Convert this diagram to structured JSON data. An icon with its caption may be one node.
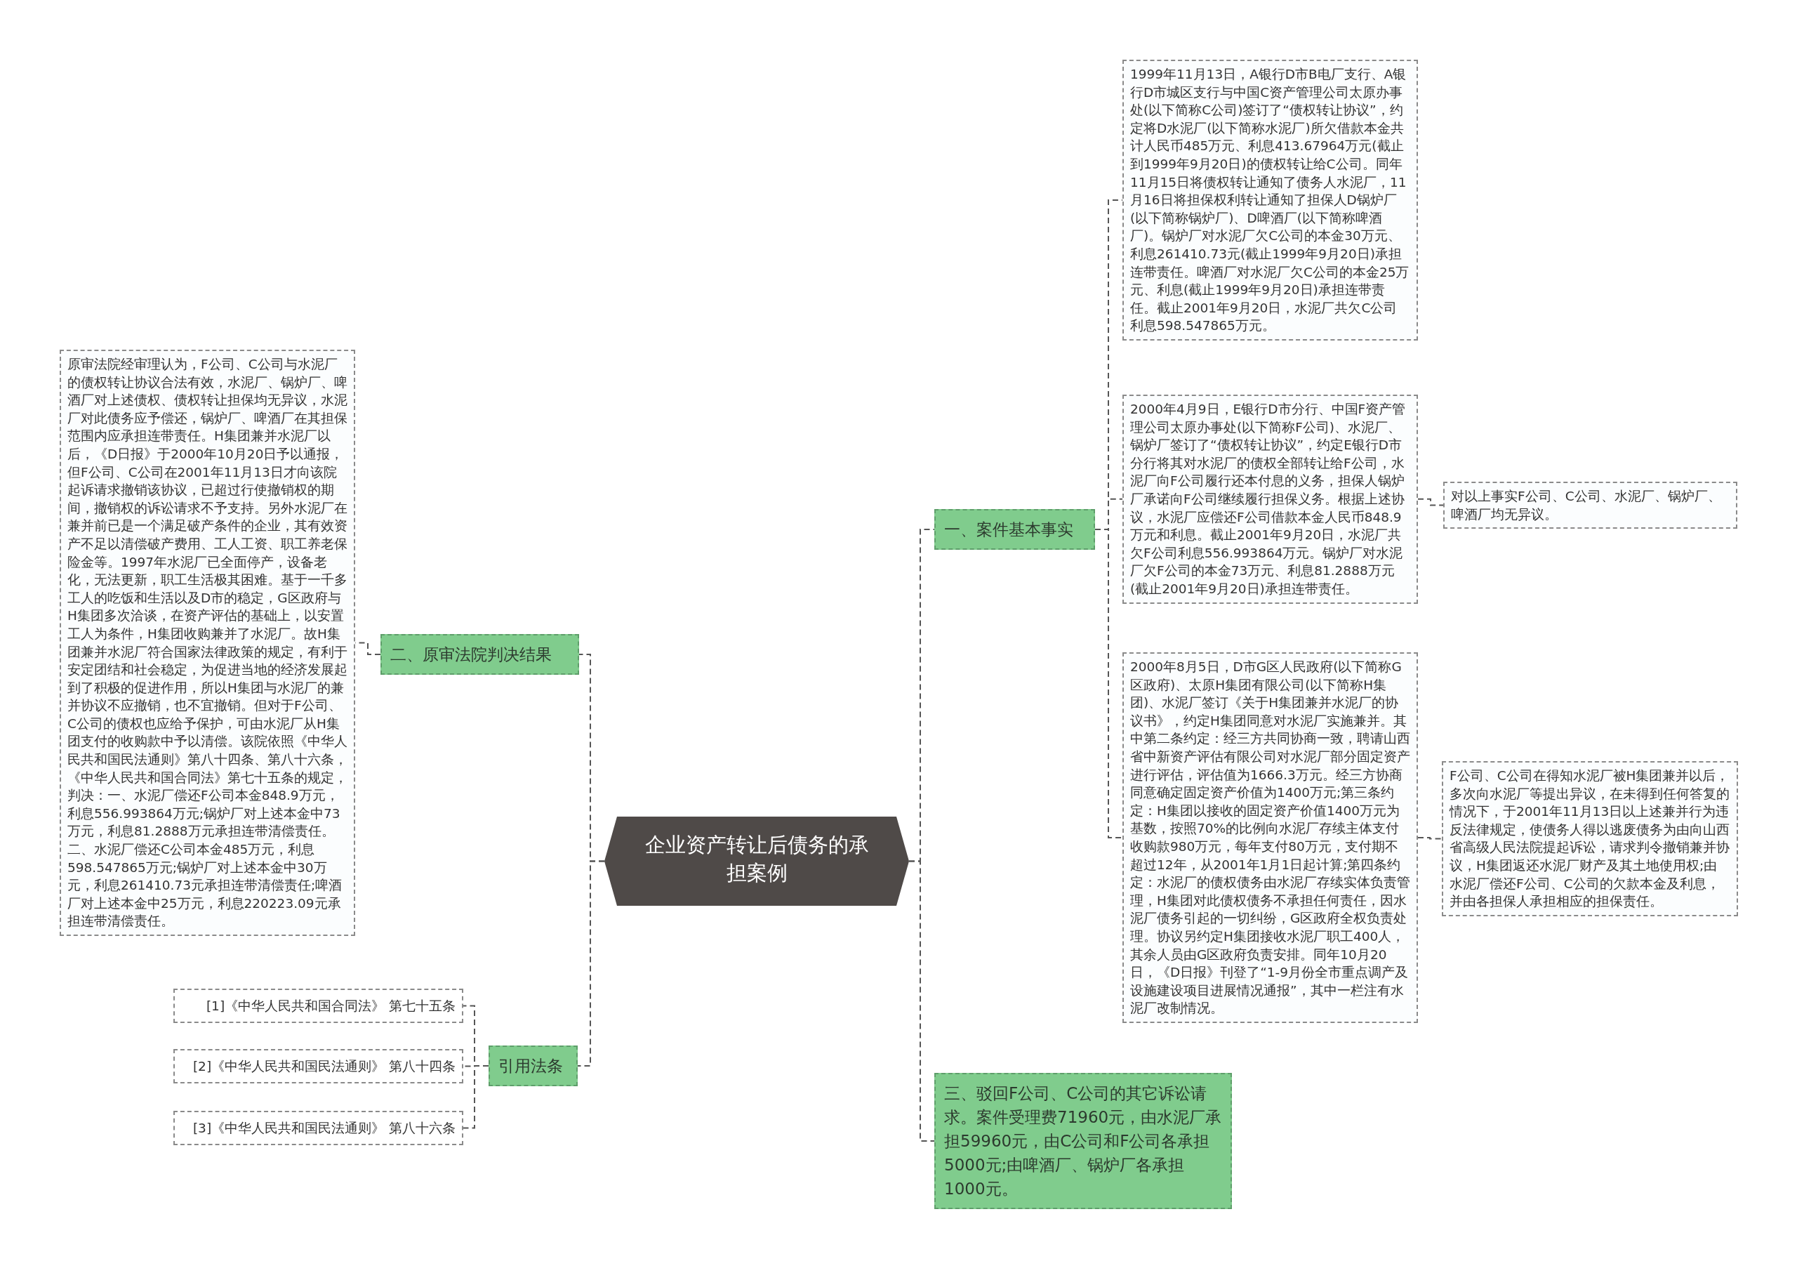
{
  "diagram": {
    "nodes": [
      {
        "text": [
          "企业资产转让后债务的承担案例"
        ]
      },
      {
        "text": [
          "一、案件基本事实"
        ]
      },
      {
        "text": [
          "1999年11月13日，A银行D市B电厂支行、A银行D市城区支行与中国C资产管理公司太原办事处(以下简称C公司)签订了“债权转让协议”，约定将D水泥厂(以下简称水泥厂)所欠借款本金共计人民币485万元、利息413.67964万元(截止到1999年9月20日)的债权转让给C公司。同年11月15日将债权转让通知了债务人水泥厂，11月16日将担保权利转让通知了担保人D锅炉厂(以下简称锅炉厂)、D啤酒厂(以下简称啤酒厂)。锅炉厂对水泥厂欠C公司的本金30万元、利息261410.73元(截止1999年9月20日)承担连带责任。啤酒厂对水泥厂欠C公司的本金25万元、利息(截止1999年9月20日)承担连带责任。截止2001年9月20日，水泥厂共欠C公司利息598.547865万元。"
        ]
      },
      {
        "text": [
          "2000年4月9日，E银行D市分行、中国F资产管理公司太原办事处(以下简称F公司)、水泥厂、锅炉厂签订了“债权转让协议”，约定E银行D市分行将其对水泥厂的债权全部转让给F公司，水泥厂向F公司履行还本付息的义务，担保人锅炉厂承诺向F公司继续履行担保义务。根据上述协议，水泥厂应偿还F公司借款本金人民币848.9万元和利息。截止2001年9月20日，水泥厂共欠F公司利息556.993864万元。锅炉厂对水泥厂欠F公司的本金73万元、利息81.2888万元(截止2001年9月20日)承担连带责任。"
        ]
      },
      {
        "text": [
          "对以上事实F公司、C公司、水泥厂、锅炉厂、啤酒厂均无异议。"
        ]
      },
      {
        "text": [
          "2000年8月5日，D市G区人民政府(以下简称G区政府)、太原H集团有限公司(以下简称H集团)、水泥厂签订《关于H集团兼并水泥厂的协议书》，约定H集团同意对水泥厂实施兼并。其中第二条约定：经三方共同协商一致，聘请山西省中新资产评估有限公司对水泥厂部分固定资产进行评估，评估值为1666.3万元。经三方协商同意确定固定资产价值为1400万元;第三条约定：H集团以接收的固定资产价值1400万元为基数，按照70%的比例向水泥厂存续主体支付收购款980万元，每年支付80万元，支付期不超过12年，从2001年1月1日起计算;第四条约定：水泥厂的债权债务由水泥厂存续实体负责管理，H集团对此债权债务不承担任何责任，因水泥厂债务引起的一切纠纷，G区政府全权负责处理。协议另约定H集团接收水泥厂职工400人，其余人员由G区政府负责安排。同年10月20日，《D日报》刊登了“1-9月份全市重点调产及设施建设项目进展情况通报”，其中一栏注有水泥厂改制情况。"
        ]
      },
      {
        "text": [
          "F公司、C公司在得知水泥厂被H集团兼并以后，多次向水泥厂等提出异议，在未得到任何答复的情况下，于2001年11月13日以上述兼并行为违反法律规定，使债务人得以逃废债务为由向山西省高级人民法院提起诉讼，请求判令撤销兼并协议，H集团返还水泥厂财产及其土地使用权;由水泥厂偿还F公司、C公司的欠款本金及利息，并由各担保人承担相应的担保责任。"
        ]
      },
      {
        "text": [
          "三、驳回F公司、C公司的其它诉讼请求。案件受理费71960元，由水泥厂承担59960元，由C公司和F公司各承担5000元;由啤酒厂、锅炉厂各承担1000元。"
        ]
      },
      {
        "text": [
          "二、原审法院判决结果"
        ]
      },
      {
        "text": [
          "原审法院经审理认为，F公司、C公司与水泥厂的债权转让协议合法有效，水泥厂、锅炉厂、啤酒厂对上述债权、债权转让担保均无异议，水泥厂对此债务应予偿还，锅炉厂、啤酒厂在其担保范围内应承担连带责任。H集团兼并水泥厂以后，《D日报》于2000年10月20日予以通报，但F公司、C公司在2001年11月13日才向该院起诉请求撤销该协议，已超过行使撤销权的期间，撤销权的诉讼请求不予支持。另外水泥厂在兼并前已是一个满足破产条件的企业，其有效资产不足以清偿破产费用、工人工资、职工养老保险金等。1997年水泥厂已全面停产，设备老化，无法更新，职工生活极其困难。基于一千多工人的吃饭和生活以及D市的稳定，G区政府与H集团多次洽谈，在资产评估的基础上，以安置工人为条件，H集团收购兼并了水泥厂。故H集团兼并水泥厂符合国家法律政策的规定，有利于安定团结和社会稳定，为促进当地的经济发展起到了积极的促进作用，所以H集团与水泥厂的兼并协议不应撤销，也不宜撤销。但对于F公司、C公司的债权也应给予保护，可由水泥厂从H集团支付的收购款中予以清偿。该院依照《中华人民共和国民法通则》第八十四条、第八十六条，《中华人民共和国合同法》第七十五条的规定，判决：一、水泥厂偿还F公司本金848.9万元，利息556.993864万元;锅炉厂对上述本金中73万元，利息81.2888万元承担连带清偿责任。二、水泥厂偿还C公司本金485万元，利息598.547865万元;锅炉厂对上述本金中30万元，利息261410.73元承担连带清偿责任;啤酒厂对上述本金中25万元，利息220223.09元承担连带清偿责任。"
        ]
      },
      {
        "text": [
          "引用法条"
        ]
      },
      {
        "text": [
          "[1]《中华人民共和国合同法》 第七十五条"
        ]
      },
      {
        "text": [
          "[2]《中华人民共和国民法通则》 第八十四条"
        ]
      },
      {
        "text": [
          "[3]《中华人民共和国民法通则》 第八十六条"
        ]
      }
    ],
    "edges": [
      {
        "from": 0,
        "to": 1,
        "arrow": "none"
      },
      {
        "from": 1,
        "to": 2,
        "arrow": "none"
      },
      {
        "from": 1,
        "to": 3,
        "arrow": "none"
      },
      {
        "from": 3,
        "to": 4,
        "arrow": "none"
      },
      {
        "from": 1,
        "to": 5,
        "arrow": "none"
      },
      {
        "from": 5,
        "to": 6,
        "arrow": "none"
      },
      {
        "from": 0,
        "to": 7,
        "arrow": "none"
      },
      {
        "from": 0,
        "to": 8,
        "arrow": "none"
      },
      {
        "from": 8,
        "to": 9,
        "arrow": "none"
      },
      {
        "from": 0,
        "to": 10,
        "arrow": "none"
      },
      {
        "from": 10,
        "to": 11,
        "arrow": "none"
      },
      {
        "from": 10,
        "to": 12,
        "arrow": "none"
      },
      {
        "from": 10,
        "to": 13,
        "arrow": "none"
      }
    ]
  }
}
